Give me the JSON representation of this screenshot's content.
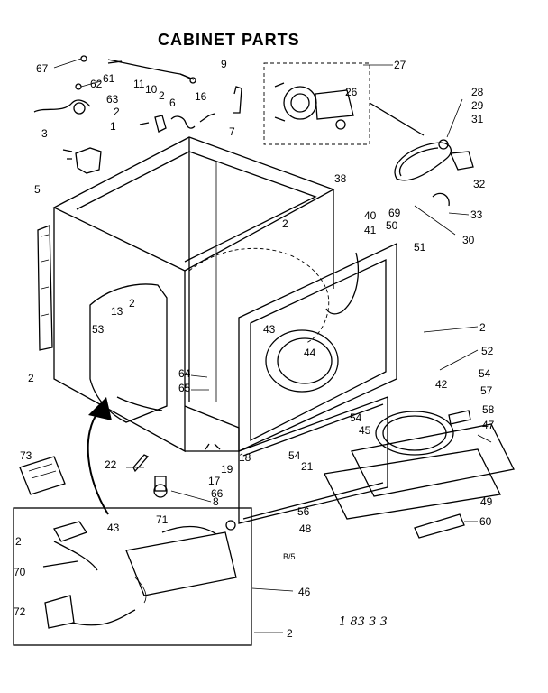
{
  "title": "CABINET PARTS",
  "footnote": "B/5",
  "handwritten": "1 83 3 3",
  "callouts": [
    {
      "label": "67"
    },
    {
      "label": "62"
    },
    {
      "label": "61"
    },
    {
      "label": "63"
    },
    {
      "label": "9"
    },
    {
      "label": "27"
    },
    {
      "label": "26"
    },
    {
      "label": "11"
    },
    {
      "label": "10"
    },
    {
      "label": "2"
    },
    {
      "label": "6"
    },
    {
      "label": "16"
    },
    {
      "label": "28"
    },
    {
      "label": "29"
    },
    {
      "label": "31"
    },
    {
      "label": "2"
    },
    {
      "label": "1"
    },
    {
      "label": "3"
    },
    {
      "label": "7"
    },
    {
      "label": "32"
    },
    {
      "label": "5"
    },
    {
      "label": "38"
    },
    {
      "label": "2"
    },
    {
      "label": "69"
    },
    {
      "label": "40"
    },
    {
      "label": "50"
    },
    {
      "label": "41"
    },
    {
      "label": "33"
    },
    {
      "label": "30"
    },
    {
      "label": "51"
    },
    {
      "label": "2"
    },
    {
      "label": "13"
    },
    {
      "label": "53"
    },
    {
      "label": "43"
    },
    {
      "label": "44"
    },
    {
      "label": "2"
    },
    {
      "label": "52"
    },
    {
      "label": "2"
    },
    {
      "label": "54"
    },
    {
      "label": "64"
    },
    {
      "label": "65"
    },
    {
      "label": "42"
    },
    {
      "label": "57"
    },
    {
      "label": "58"
    },
    {
      "label": "54"
    },
    {
      "label": "45"
    },
    {
      "label": "47"
    },
    {
      "label": "18"
    },
    {
      "label": "73"
    },
    {
      "label": "22"
    },
    {
      "label": "17"
    },
    {
      "label": "19"
    },
    {
      "label": "54"
    },
    {
      "label": "21"
    },
    {
      "label": "8"
    },
    {
      "label": "66"
    },
    {
      "label": "56"
    },
    {
      "label": "49"
    },
    {
      "label": "48"
    },
    {
      "label": "60"
    },
    {
      "label": "71"
    },
    {
      "label": "43"
    },
    {
      "label": "2"
    },
    {
      "label": "70"
    },
    {
      "label": "46"
    },
    {
      "label": "72"
    },
    {
      "label": "2"
    }
  ]
}
